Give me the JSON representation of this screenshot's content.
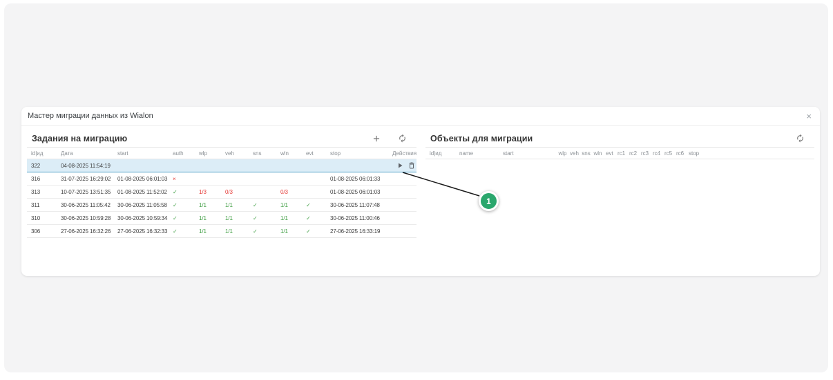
{
  "dialog": {
    "title": "Мастер миграции данных из Wialon",
    "close_glyph": "×"
  },
  "tasks_panel": {
    "title": "Задания на миграцию",
    "columns": [
      "id|ид",
      "Дата",
      "start",
      "auth",
      "wlp",
      "veh",
      "sns",
      "wln",
      "evt",
      "stop",
      "Действия"
    ],
    "toolbar_icons": [
      "add-icon",
      "refresh-icon"
    ],
    "rows": [
      {
        "id": "322",
        "selected": true,
        "cells": [
          {
            "t": "04-08-2025 11:54:19"
          },
          {
            "t": ""
          },
          {
            "t": ""
          },
          {
            "t": ""
          },
          {
            "t": ""
          },
          {
            "t": ""
          },
          {
            "t": ""
          },
          {
            "t": ""
          },
          {
            "t": ""
          }
        ],
        "actions": [
          "play-icon",
          "delete-icon"
        ]
      },
      {
        "id": "316",
        "cells": [
          {
            "t": "31-07-2025 16:29:02"
          },
          {
            "t": "01-08-2025 06:01:03"
          },
          {
            "t": "×",
            "s": "bad"
          },
          {
            "t": ""
          },
          {
            "t": ""
          },
          {
            "t": ""
          },
          {
            "t": ""
          },
          {
            "t": ""
          },
          {
            "t": "01-08-2025 06:01:33"
          }
        ],
        "actions": []
      },
      {
        "id": "313",
        "cells": [
          {
            "t": "10-07-2025 13:51:35"
          },
          {
            "t": "01-08-2025 11:52:02"
          },
          {
            "t": "✓",
            "s": "ok"
          },
          {
            "t": "1/3",
            "s": "bad"
          },
          {
            "t": "0/3",
            "s": "bad"
          },
          {
            "t": ""
          },
          {
            "t": "0/3",
            "s": "bad"
          },
          {
            "t": ""
          },
          {
            "t": "01-08-2025 06:01:03"
          }
        ],
        "actions": []
      },
      {
        "id": "311",
        "cells": [
          {
            "t": "30-06-2025 11:05:42"
          },
          {
            "t": "30-06-2025 11:05:58"
          },
          {
            "t": "✓",
            "s": "ok"
          },
          {
            "t": "1/1",
            "s": "ok"
          },
          {
            "t": "1/1",
            "s": "ok"
          },
          {
            "t": "✓",
            "s": "ok"
          },
          {
            "t": "1/1",
            "s": "ok"
          },
          {
            "t": "✓",
            "s": "ok"
          },
          {
            "t": "30-06-2025 11:07:48"
          }
        ],
        "actions": []
      },
      {
        "id": "310",
        "cells": [
          {
            "t": "30-06-2025 10:59:28"
          },
          {
            "t": "30-06-2025 10:59:34"
          },
          {
            "t": "✓",
            "s": "ok"
          },
          {
            "t": "1/1",
            "s": "ok"
          },
          {
            "t": "1/1",
            "s": "ok"
          },
          {
            "t": "✓",
            "s": "ok"
          },
          {
            "t": "1/1",
            "s": "ok"
          },
          {
            "t": "✓",
            "s": "ok"
          },
          {
            "t": "30-06-2025 11:00:46"
          }
        ],
        "actions": []
      },
      {
        "id": "306",
        "cells": [
          {
            "t": "27-06-2025 16:32:26"
          },
          {
            "t": "27-06-2025 16:32:33"
          },
          {
            "t": "✓",
            "s": "ok"
          },
          {
            "t": "1/1",
            "s": "ok"
          },
          {
            "t": "1/1",
            "s": "ok"
          },
          {
            "t": "✓",
            "s": "ok"
          },
          {
            "t": "1/1",
            "s": "ok"
          },
          {
            "t": "✓",
            "s": "ok"
          },
          {
            "t": "27-06-2025 16:33:19"
          }
        ],
        "actions": []
      }
    ]
  },
  "objects_panel": {
    "title": "Объекты для миграции",
    "columns": [
      "id|ид",
      "name",
      "start",
      "wlp",
      "veh",
      "sns",
      "wln",
      "evt",
      "rc1",
      "rc2",
      "rc3",
      "rc4",
      "rc5",
      "rc6",
      "stop"
    ],
    "toolbar_icons": [
      "refresh-icon"
    ],
    "rows": []
  },
  "annotation": {
    "label": "1"
  },
  "colors": {
    "page_bg": "#f4f4f5",
    "dialog_bg": "#ffffff",
    "selected_row_bg": "#dcedf7",
    "selected_row_border": "#4d9dc6",
    "success": "#43a047",
    "error": "#e53935",
    "marker_green": "#2aa76d"
  }
}
